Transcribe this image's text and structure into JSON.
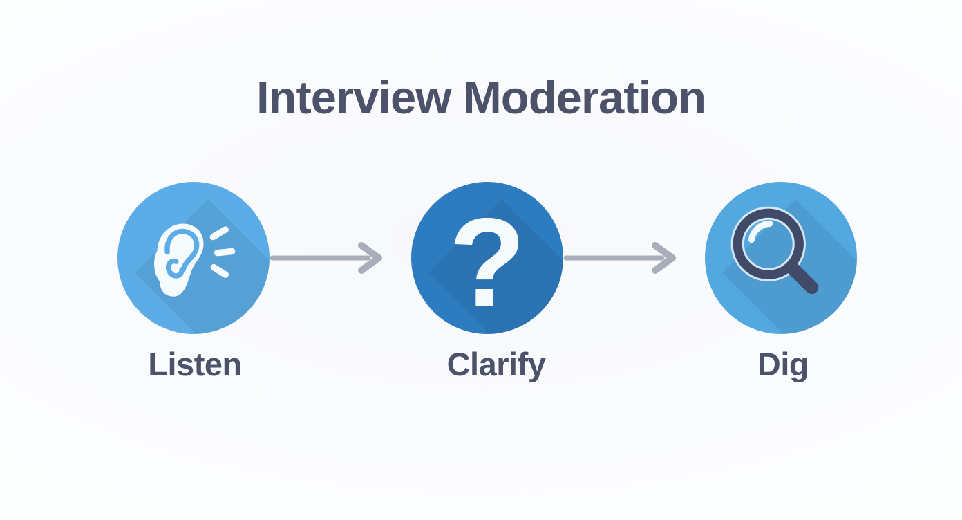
{
  "page": {
    "title": "Interview Moderation"
  },
  "colors": {
    "background": "#ffffff",
    "title_text": "#4b5269",
    "label_text": "#4b5269",
    "arrow": "#a9afba",
    "step_listen_circle": "#5cade7",
    "step_clarify_circle": "#2e7cc0",
    "step_dig_circle": "#54a8e0",
    "icon_light": "#f5fafd",
    "magnifier_dark": "#414b69"
  },
  "diagram": {
    "type": "process-flow",
    "direction": "left-to-right",
    "steps": [
      {
        "label": "Listen",
        "icon": "ear-listening-icon",
        "circle_color": "#5cade7"
      },
      {
        "label": "Clarify",
        "icon": "question-mark-icon",
        "circle_color": "#2e7cc0",
        "icon_glyph": "?"
      },
      {
        "label": "Dig",
        "icon": "magnifying-glass-icon",
        "circle_color": "#54a8e0"
      }
    ],
    "connectors": [
      {
        "from": "Listen",
        "to": "Clarify"
      },
      {
        "from": "Clarify",
        "to": "Dig"
      }
    ]
  }
}
